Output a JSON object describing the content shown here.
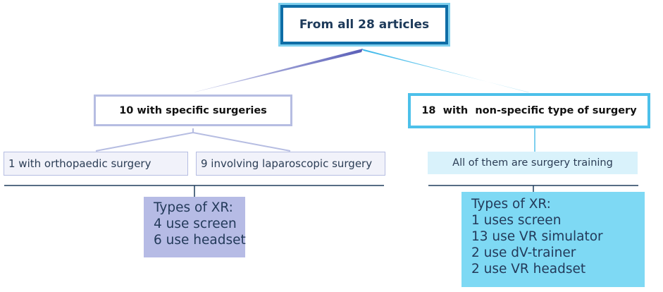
{
  "root": {
    "label": "From all 28 articles"
  },
  "left_branch": {
    "label": "10 with specific surgeries",
    "children": [
      "1 with orthopaedic surgery",
      "9 involving laparoscopic surgery"
    ],
    "details": {
      "heading": "Types of XR:",
      "lines": [
        "4 use screen",
        "6 use headset"
      ]
    }
  },
  "right_branch": {
    "label": "18  with  non-specific type of surgery",
    "children": [
      "All of them are surgery training"
    ],
    "details": {
      "heading": "Types of XR:",
      "lines": [
        "1 uses screen",
        "13 use VR simulator",
        "2 use dV-trainer",
        "2 use VR headset"
      ]
    }
  },
  "colors": {
    "root_border": "#0e6da6",
    "root_glow": "#7fd0ee",
    "left_accent": "#b6bde2",
    "left_detail_fill": "#b6bbe5",
    "right_accent": "#4cc0ea",
    "right_leaf_fill": "#d9f2fb",
    "right_detail_fill": "#7ed9f4",
    "separator": "#1f3d5c"
  }
}
